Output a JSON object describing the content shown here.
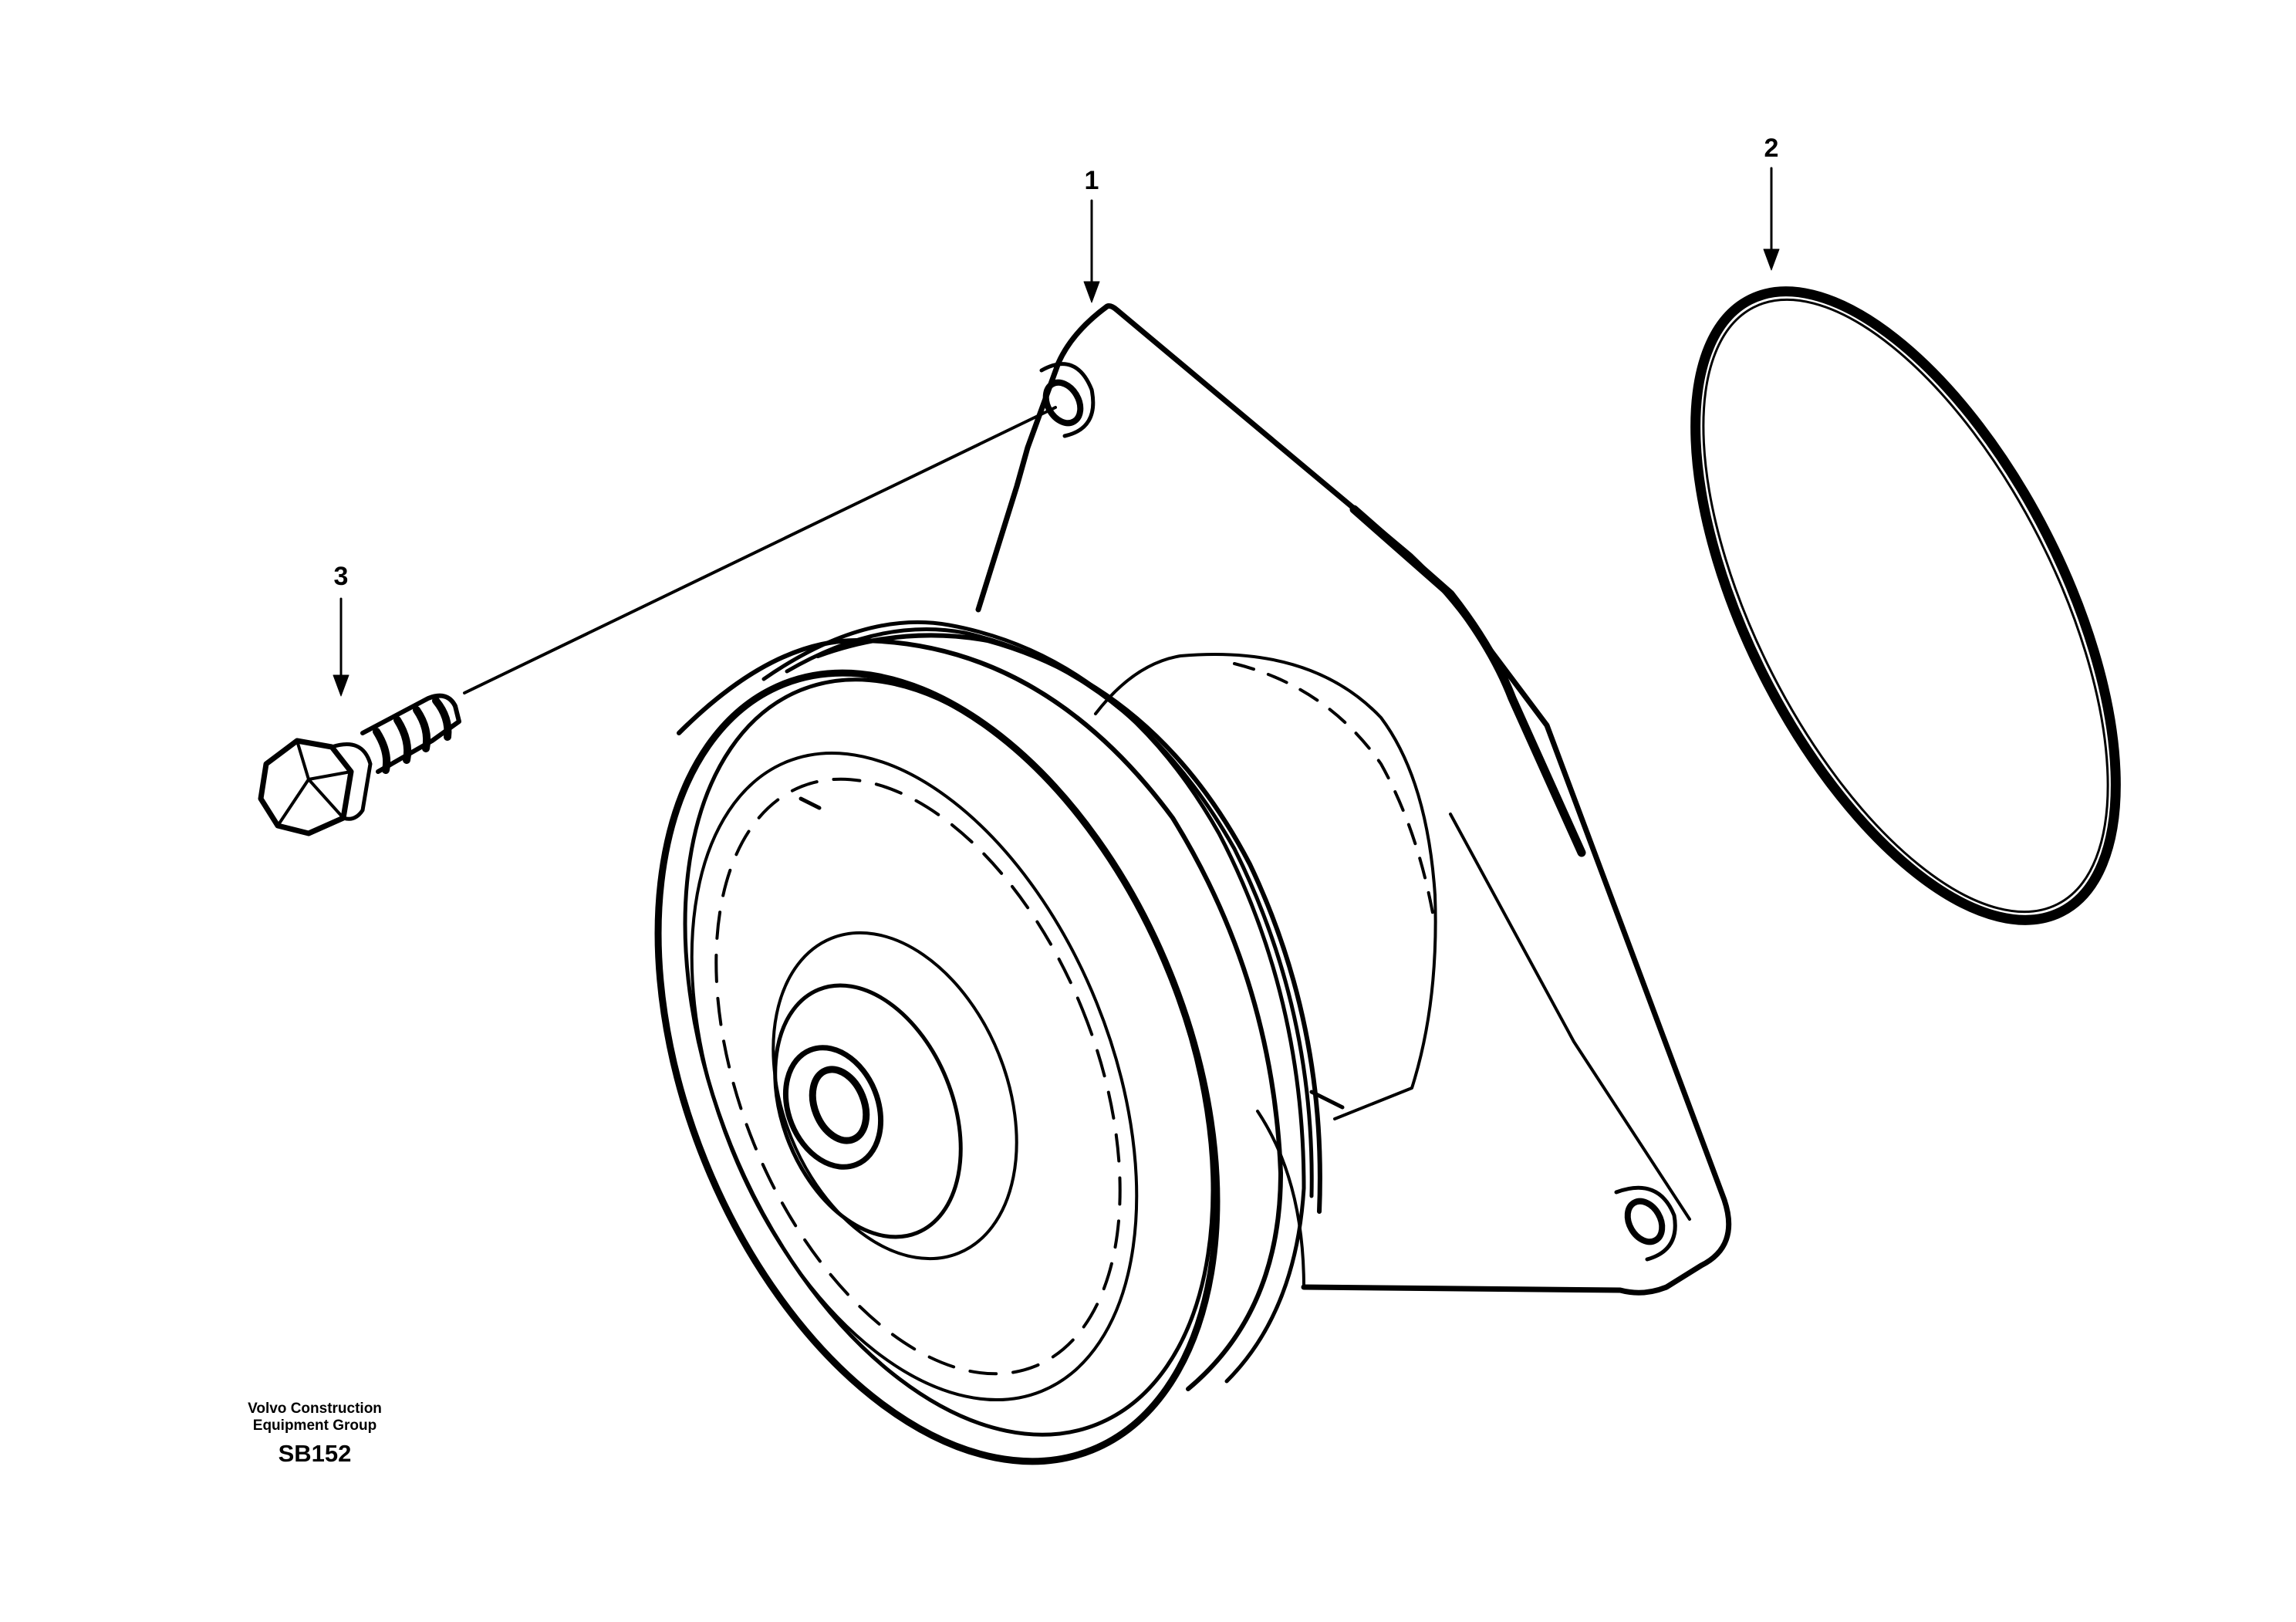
{
  "callouts": [
    {
      "number": "1",
      "part": "water-pump"
    },
    {
      "number": "2",
      "part": "o-ring"
    },
    {
      "number": "3",
      "part": "bolt"
    }
  ],
  "footer": {
    "line1": "Volvo Construction",
    "line2": "Equipment Group",
    "code": "SB152"
  },
  "colors": {
    "line": "#000000",
    "background": "#ffffff"
  }
}
